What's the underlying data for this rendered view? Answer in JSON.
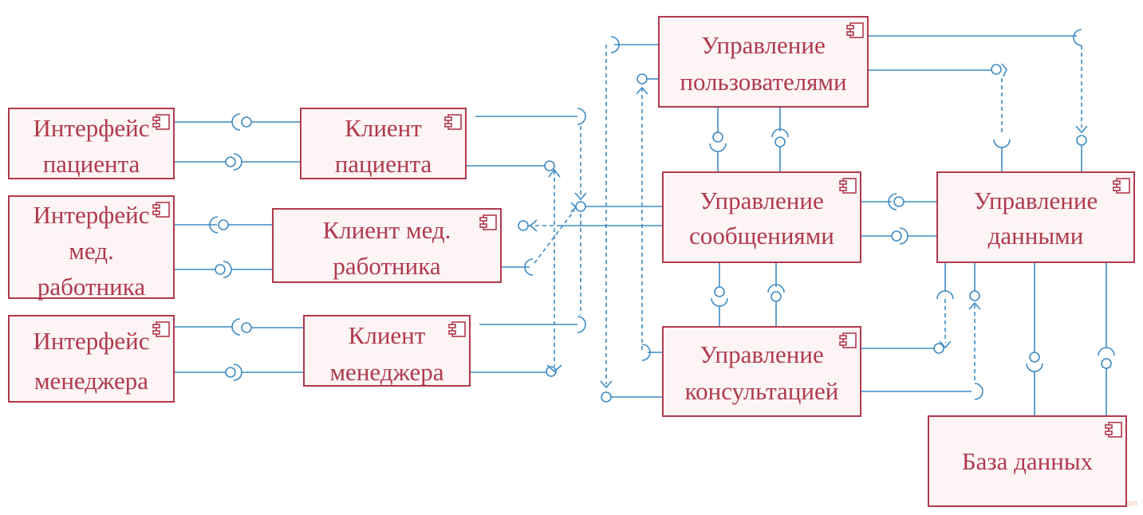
{
  "colors": {
    "component_border": "#b03a4e",
    "component_fill": "#fdf4f5",
    "component_text": "#b03a4e",
    "connector": "#3e8bc4"
  },
  "icons": {
    "component": "uml-component-icon"
  },
  "components": [
    {
      "id": "patient_ui",
      "lines": [
        "Интерфейс",
        "пациента"
      ]
    },
    {
      "id": "medic_ui",
      "lines": [
        "Интерфейс",
        "мед.",
        "работника"
      ]
    },
    {
      "id": "manager_ui",
      "lines": [
        "Интерфейс",
        "менеджера"
      ]
    },
    {
      "id": "patient_client",
      "lines": [
        "Клиент",
        "пациента"
      ]
    },
    {
      "id": "medic_client",
      "lines": [
        "Клиент мед.",
        "работника"
      ]
    },
    {
      "id": "manager_client",
      "lines": [
        "Клиент",
        "менеджера"
      ]
    },
    {
      "id": "users_mgmt",
      "lines": [
        "Управление",
        "пользователями"
      ]
    },
    {
      "id": "messages_mgmt",
      "lines": [
        "Управление",
        "сообщениями"
      ]
    },
    {
      "id": "consult_mgmt",
      "lines": [
        "Управление",
        "консультацией"
      ]
    },
    {
      "id": "data_mgmt",
      "lines": [
        "Управление",
        "данными"
      ]
    },
    {
      "id": "database",
      "lines": [
        "База данных"
      ]
    }
  ],
  "corner_mark": "om"
}
